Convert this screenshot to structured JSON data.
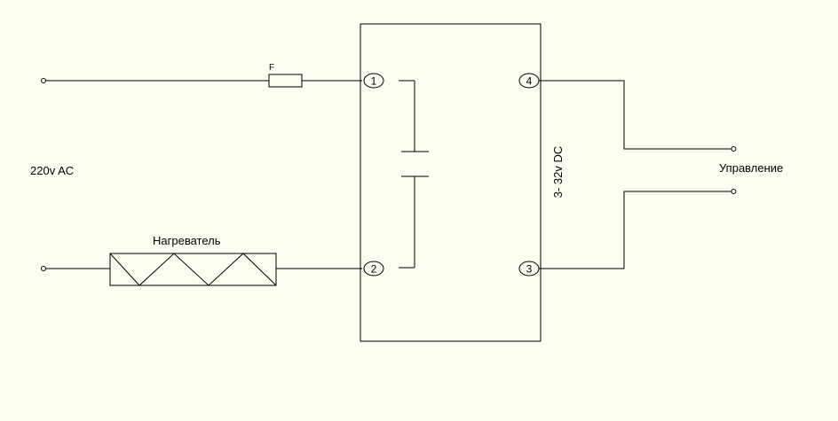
{
  "diagram": {
    "supply_label": "220v AC",
    "fuse_label": "F",
    "heater_label": "Нагреватель",
    "control_voltage_label": "3- 32v DC",
    "control_label": "Управление",
    "pins": [
      "1",
      "2",
      "4",
      "3"
    ]
  },
  "colors": {
    "background": "#fdfdf1",
    "line": "#000000"
  }
}
